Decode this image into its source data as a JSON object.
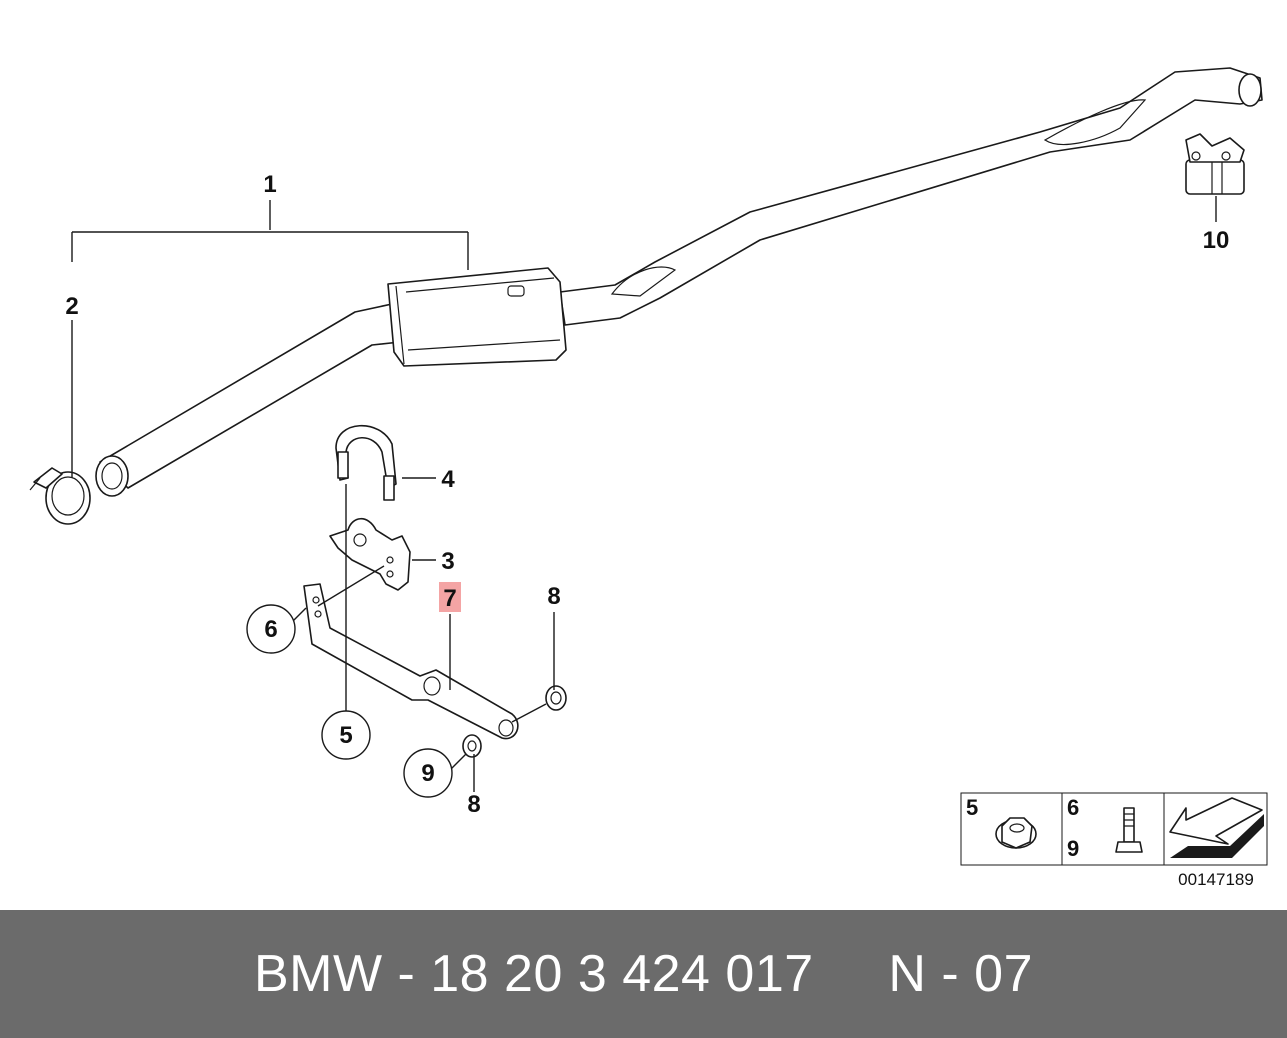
{
  "callouts": {
    "c1": "1",
    "c2": "2",
    "c3": "3",
    "c4": "4",
    "c5": "5",
    "c6": "6",
    "c7": "7",
    "c8_top": "8",
    "c8_bottom": "8",
    "c9": "9",
    "c10": "10"
  },
  "legend": {
    "nut_ref": "5",
    "bolt_ref_top": "6",
    "bolt_ref_bottom": "9"
  },
  "diagram_number": "00147189",
  "footer": {
    "part_number": "BMW - 18 20 3 424 017",
    "variant": "N - 07"
  },
  "colors": {
    "highlight": "#f4a4a4",
    "footer_bg": "#6b6b6b"
  }
}
